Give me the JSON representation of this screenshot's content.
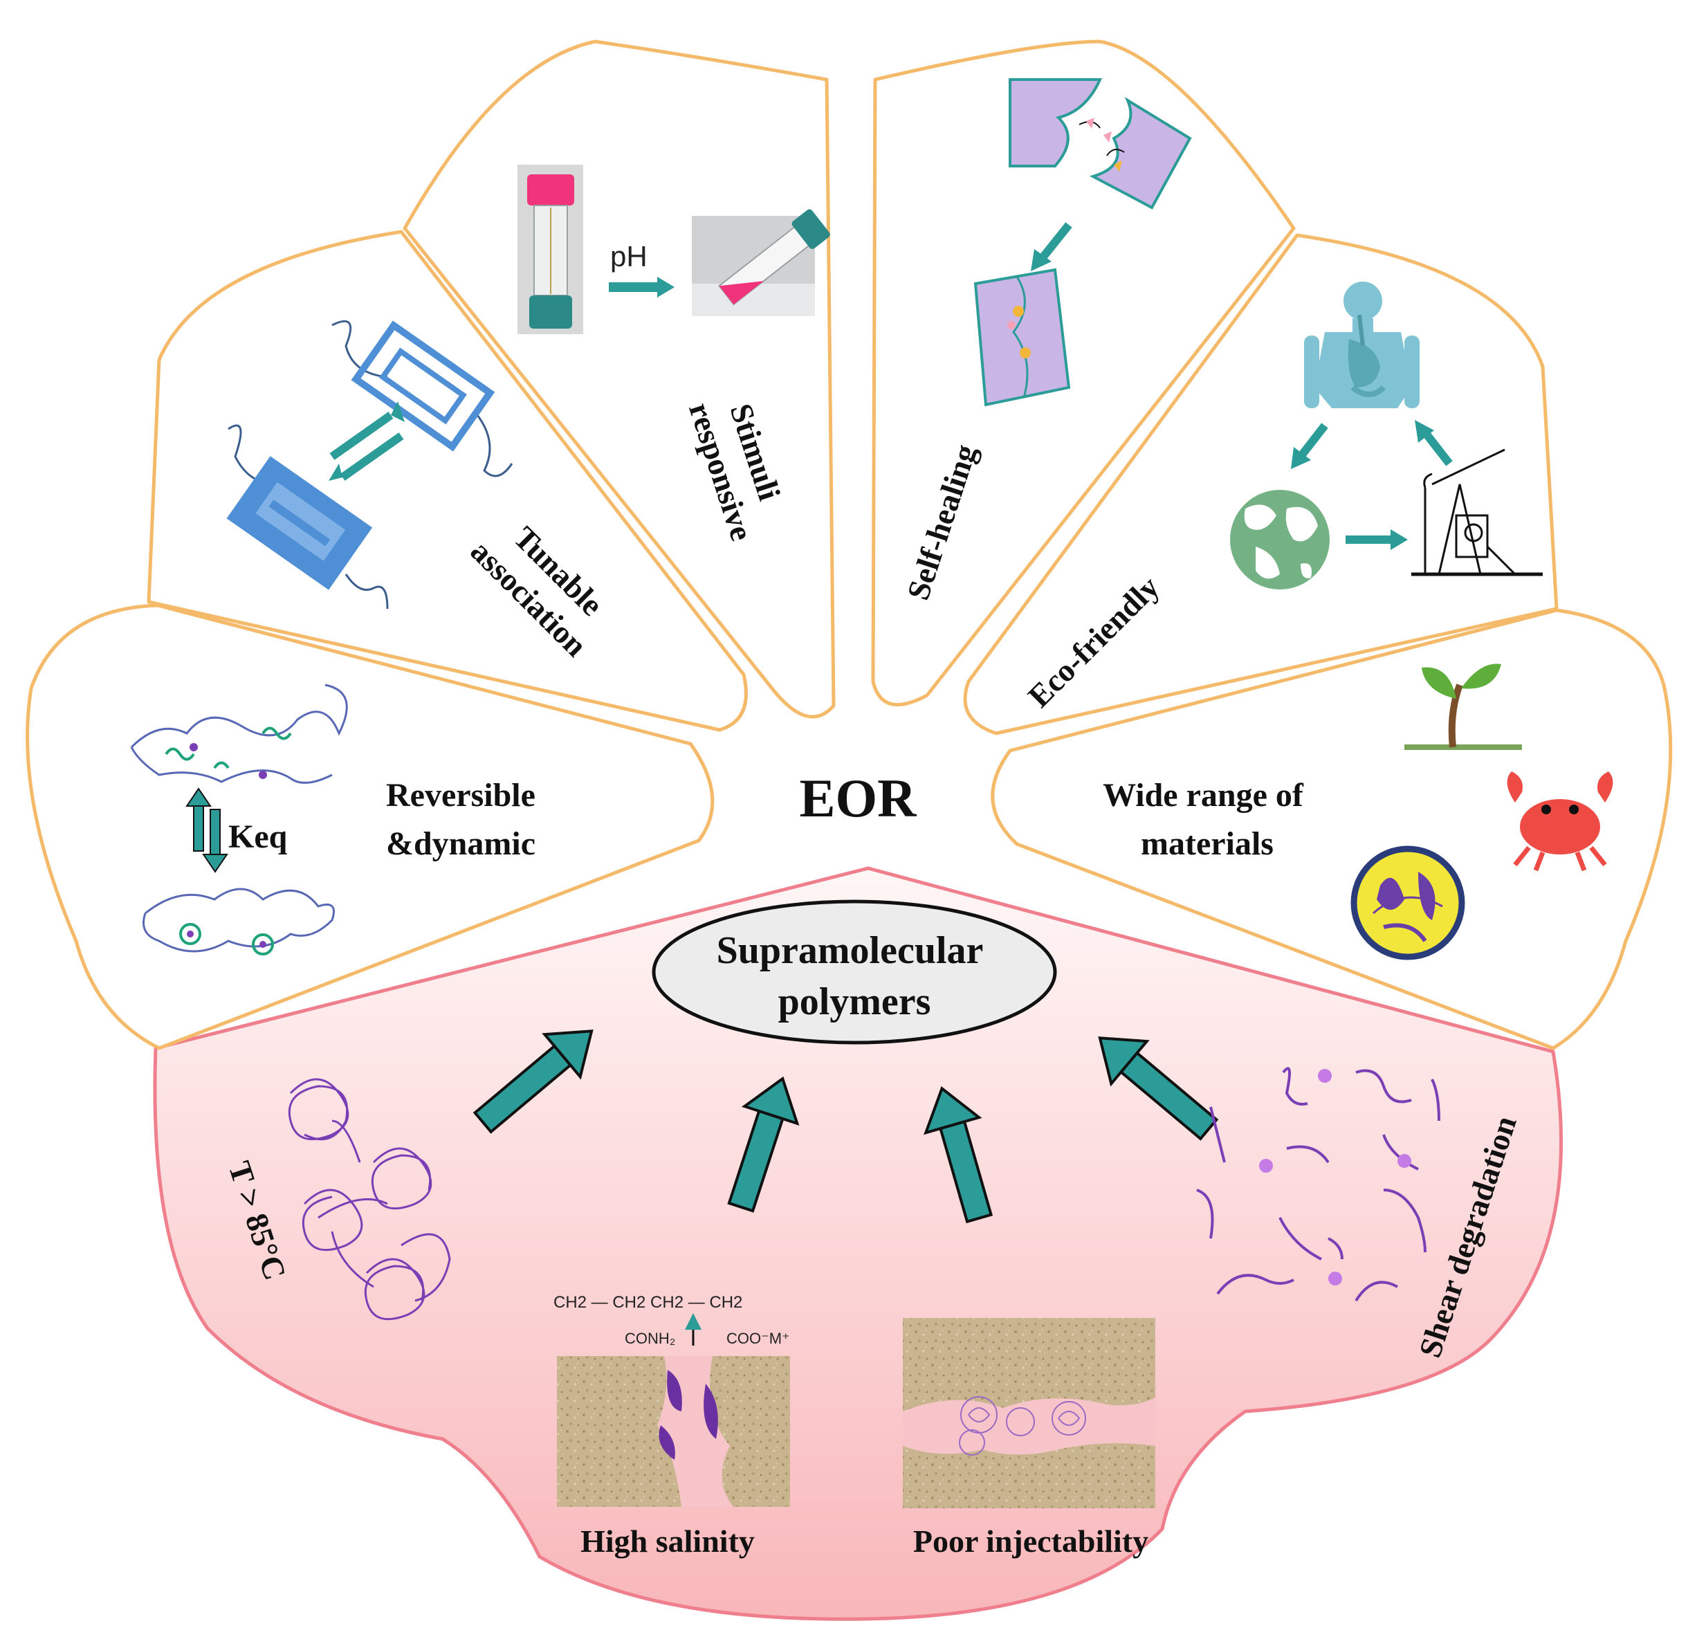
{
  "center": {
    "eor": "EOR",
    "ellipse_line1": "Supramolecular",
    "ellipse_line2": "polymers"
  },
  "petals": {
    "tunable_line1": "Tunable",
    "tunable_line2": "association",
    "stimuli_line1": "Stimuli",
    "stimuli_line2": "responsive",
    "ph": "pH",
    "self_healing": "Self-healing",
    "eco_friendly": "Eco-friendly",
    "reversible_line1": "Reversible",
    "reversible_line2": "&dynamic",
    "keq": "Keq",
    "wide_line1": "Wide range of",
    "wide_line2": "materials"
  },
  "challenges": {
    "temperature": "T > 85°C",
    "high_salinity": "High salinity",
    "poor_injectability": "Poor injectability",
    "shear_degradation": "Shear degradation",
    "formula_top": "CH2 — CH2 CH2 — CH2",
    "formula_conh2": "CONH₂",
    "formula_coo": "COO⁻M⁺"
  },
  "colors": {
    "petal_outline": "#f5b96a",
    "bottom_outline": "#ef7f8c",
    "bottom_fill_top": "#fff6f6",
    "bottom_fill_bottom": "#f8b7ba",
    "arrow_teal": "#2b9c98",
    "polymer_purple": "#7b3fb5",
    "block_blue": "#4f8fd6",
    "pink_cap": "#f0337a",
    "lavender": "#c9b6e6",
    "sand": "#c8b48e"
  },
  "icons": [
    "vial-icon",
    "tilted-vial-icon",
    "double-arrow-icon",
    "polymer-coil-icon",
    "globe-icon",
    "human-body-icon",
    "oil-pump-icon",
    "plant-icon",
    "crab-icon",
    "microbe-icon",
    "sand-pore-icon"
  ]
}
